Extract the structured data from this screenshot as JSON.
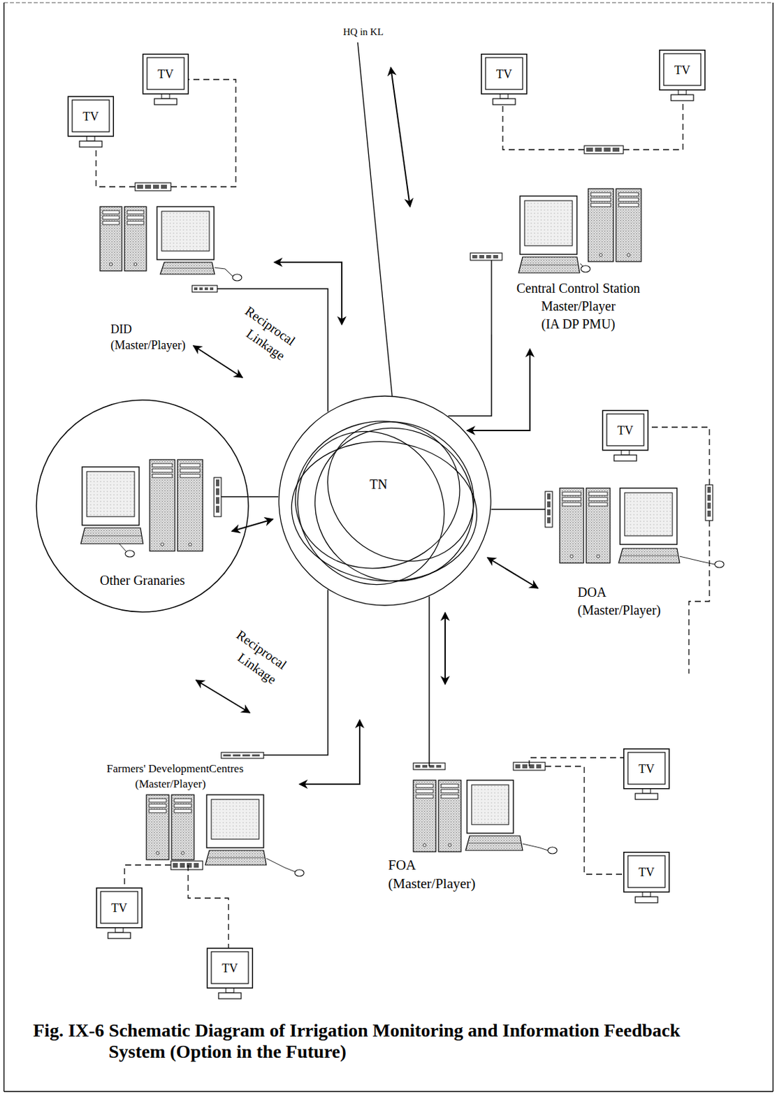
{
  "diagram": {
    "caption": "Fig. IX-6 Schematic Diagram of Irrigation Monitoring and Information Feedback System (Option in the Future)",
    "nodes": [
      {
        "text": [
          "TV"
        ]
      },
      {
        "text": [
          "TV"
        ]
      },
      {
        "text": [
          "TV"
        ]
      },
      {
        "text": [
          "TV"
        ]
      },
      {
        "text": [
          "DID",
          "(Master/Player)"
        ]
      },
      {
        "text": [
          "Central Control Station",
          "Master/Player",
          "(IA DP PMU)"
        ]
      },
      {
        "text": [
          "TV"
        ]
      },
      {
        "text": [
          "Other Granaries"
        ]
      },
      {
        "text": [
          "TN"
        ]
      },
      {
        "text": [
          "DOA",
          "(Master/Player)"
        ]
      },
      {
        "text": [
          "Farmers' DevelopmentCentres",
          "(Master/Player)"
        ]
      },
      {
        "text": [
          "FOA",
          "(Master/Player)"
        ]
      },
      {
        "text": [
          "TV"
        ]
      },
      {
        "text": [
          "TV"
        ]
      },
      {
        "text": [
          "TV"
        ]
      },
      {
        "text": [
          "TV"
        ]
      }
    ],
    "edges": [
      {
        "from": 4,
        "to": 0,
        "arrow": "none"
      },
      {
        "from": 4,
        "to": 1,
        "arrow": "none"
      },
      {
        "from": 5,
        "to": 2,
        "arrow": "none"
      },
      {
        "from": 5,
        "to": 3,
        "arrow": "none"
      },
      {
        "from": 4,
        "to": 8,
        "arrow": "none"
      },
      {
        "from": 5,
        "to": 8,
        "arrow": "none"
      },
      {
        "from": 9,
        "to": 6,
        "arrow": "none"
      },
      {
        "from": 7,
        "to": 8,
        "arrow": "none"
      },
      {
        "from": 9,
        "to": 8,
        "arrow": "none"
      },
      {
        "from": 10,
        "to": 8,
        "arrow": "none"
      },
      {
        "from": 11,
        "to": 8,
        "arrow": "none"
      },
      {
        "from": 10,
        "to": 13,
        "arrow": "none"
      },
      {
        "from": 10,
        "to": 15,
        "arrow": "none"
      },
      {
        "from": 11,
        "to": 12,
        "arrow": "none"
      },
      {
        "from": 11,
        "to": 14,
        "arrow": "none"
      }
    ],
    "labels": [
      "HQ in KL",
      "Reciprocal Linkage",
      "Reciprocal Linkage"
    ]
  }
}
